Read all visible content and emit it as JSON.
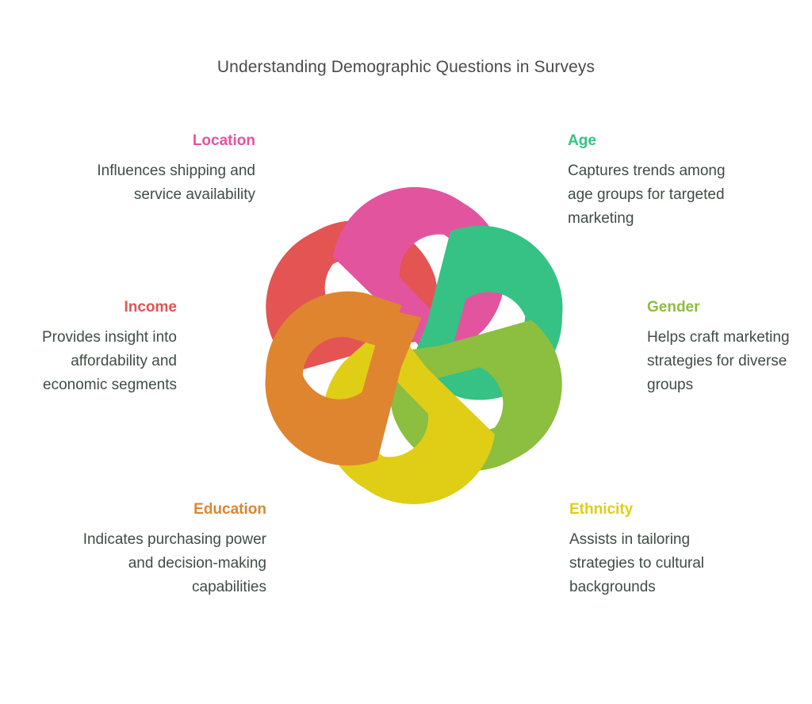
{
  "page": {
    "title": "Understanding Demographic Questions in Surveys",
    "background_color": "#ffffff",
    "body_text_color": "#3f4d45",
    "title_color": "#4a4a4a"
  },
  "graphic": {
    "name": "six-petal-interlocking-knot",
    "petal_count": 6,
    "petals": [
      {
        "key": "location",
        "label": "Location",
        "color": "#e3549e",
        "angle_deg": 0
      },
      {
        "key": "age",
        "label": "Age",
        "color": "#35c284",
        "angle_deg": 60
      },
      {
        "key": "gender",
        "label": "Gender",
        "color": "#8cbe3f",
        "angle_deg": 120
      },
      {
        "key": "ethnicity",
        "label": "Ethnicity",
        "color": "#e0ce16",
        "angle_deg": 180
      },
      {
        "key": "education",
        "label": "Education",
        "color": "#df8530",
        "angle_deg": 240
      },
      {
        "key": "income",
        "label": "Income",
        "color": "#e35453",
        "angle_deg": 300
      }
    ]
  },
  "callouts": [
    {
      "key": "location",
      "heading": "Location",
      "color": "#e3549e",
      "body": "Influences shipping and service availability",
      "align": "right"
    },
    {
      "key": "age",
      "heading": "Age",
      "color": "#35c284",
      "body": "Captures trends among age groups for targeted marketing",
      "align": "left"
    },
    {
      "key": "income",
      "heading": "Income",
      "color": "#e35453",
      "body": "Provides insight into affordability and economic segments",
      "align": "right"
    },
    {
      "key": "gender",
      "heading": "Gender",
      "color": "#8cbe3f",
      "body": "Helps craft marketing strategies for diverse groups",
      "align": "left"
    },
    {
      "key": "education",
      "heading": "Education",
      "color": "#df8530",
      "body": "Indicates purchasing power and decision-making capabilities",
      "align": "right"
    },
    {
      "key": "ethnicity",
      "heading": "Ethnicity",
      "color": "#e0ce16",
      "body": "Assists in tailoring strategies to cultural backgrounds",
      "align": "left"
    }
  ]
}
